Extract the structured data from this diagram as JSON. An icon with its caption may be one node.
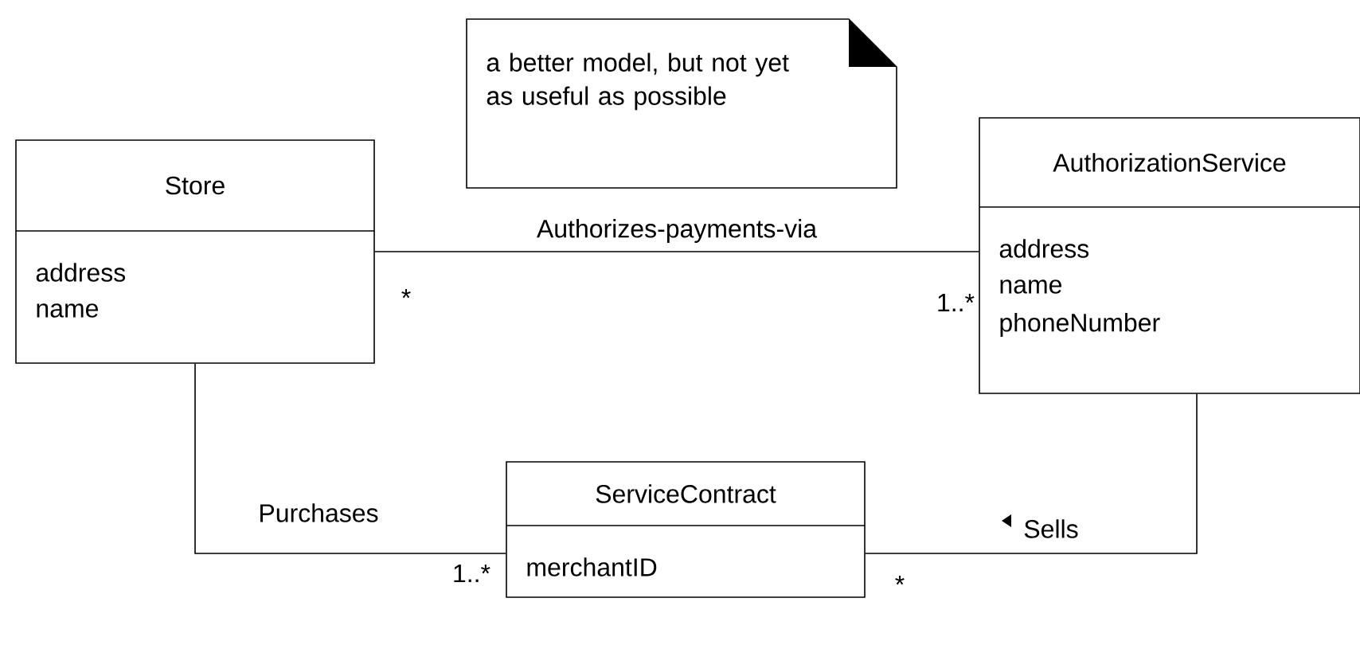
{
  "diagram": {
    "nodes": [
      {
        "text": [
          "a better model, but not yet as useful as possible"
        ]
      },
      {
        "text": [
          "Store",
          "address",
          "name"
        ]
      },
      {
        "text": [
          "AuthorizationService",
          "address",
          "name",
          "phoneNumber"
        ]
      },
      {
        "text": [
          "ServiceContract",
          "merchantID"
        ]
      }
    ],
    "edges": [
      {
        "from": 1,
        "to": 2,
        "arrow": "none",
        "label": "Authorizes-payments-via"
      },
      {
        "from": 1,
        "to": 3,
        "arrow": "none",
        "label": "Purchases"
      },
      {
        "from": 2,
        "to": 3,
        "arrow": "none",
        "label": "Sells"
      }
    ],
    "labels": [
      "*",
      "1..*",
      "1..*",
      "*"
    ]
  }
}
